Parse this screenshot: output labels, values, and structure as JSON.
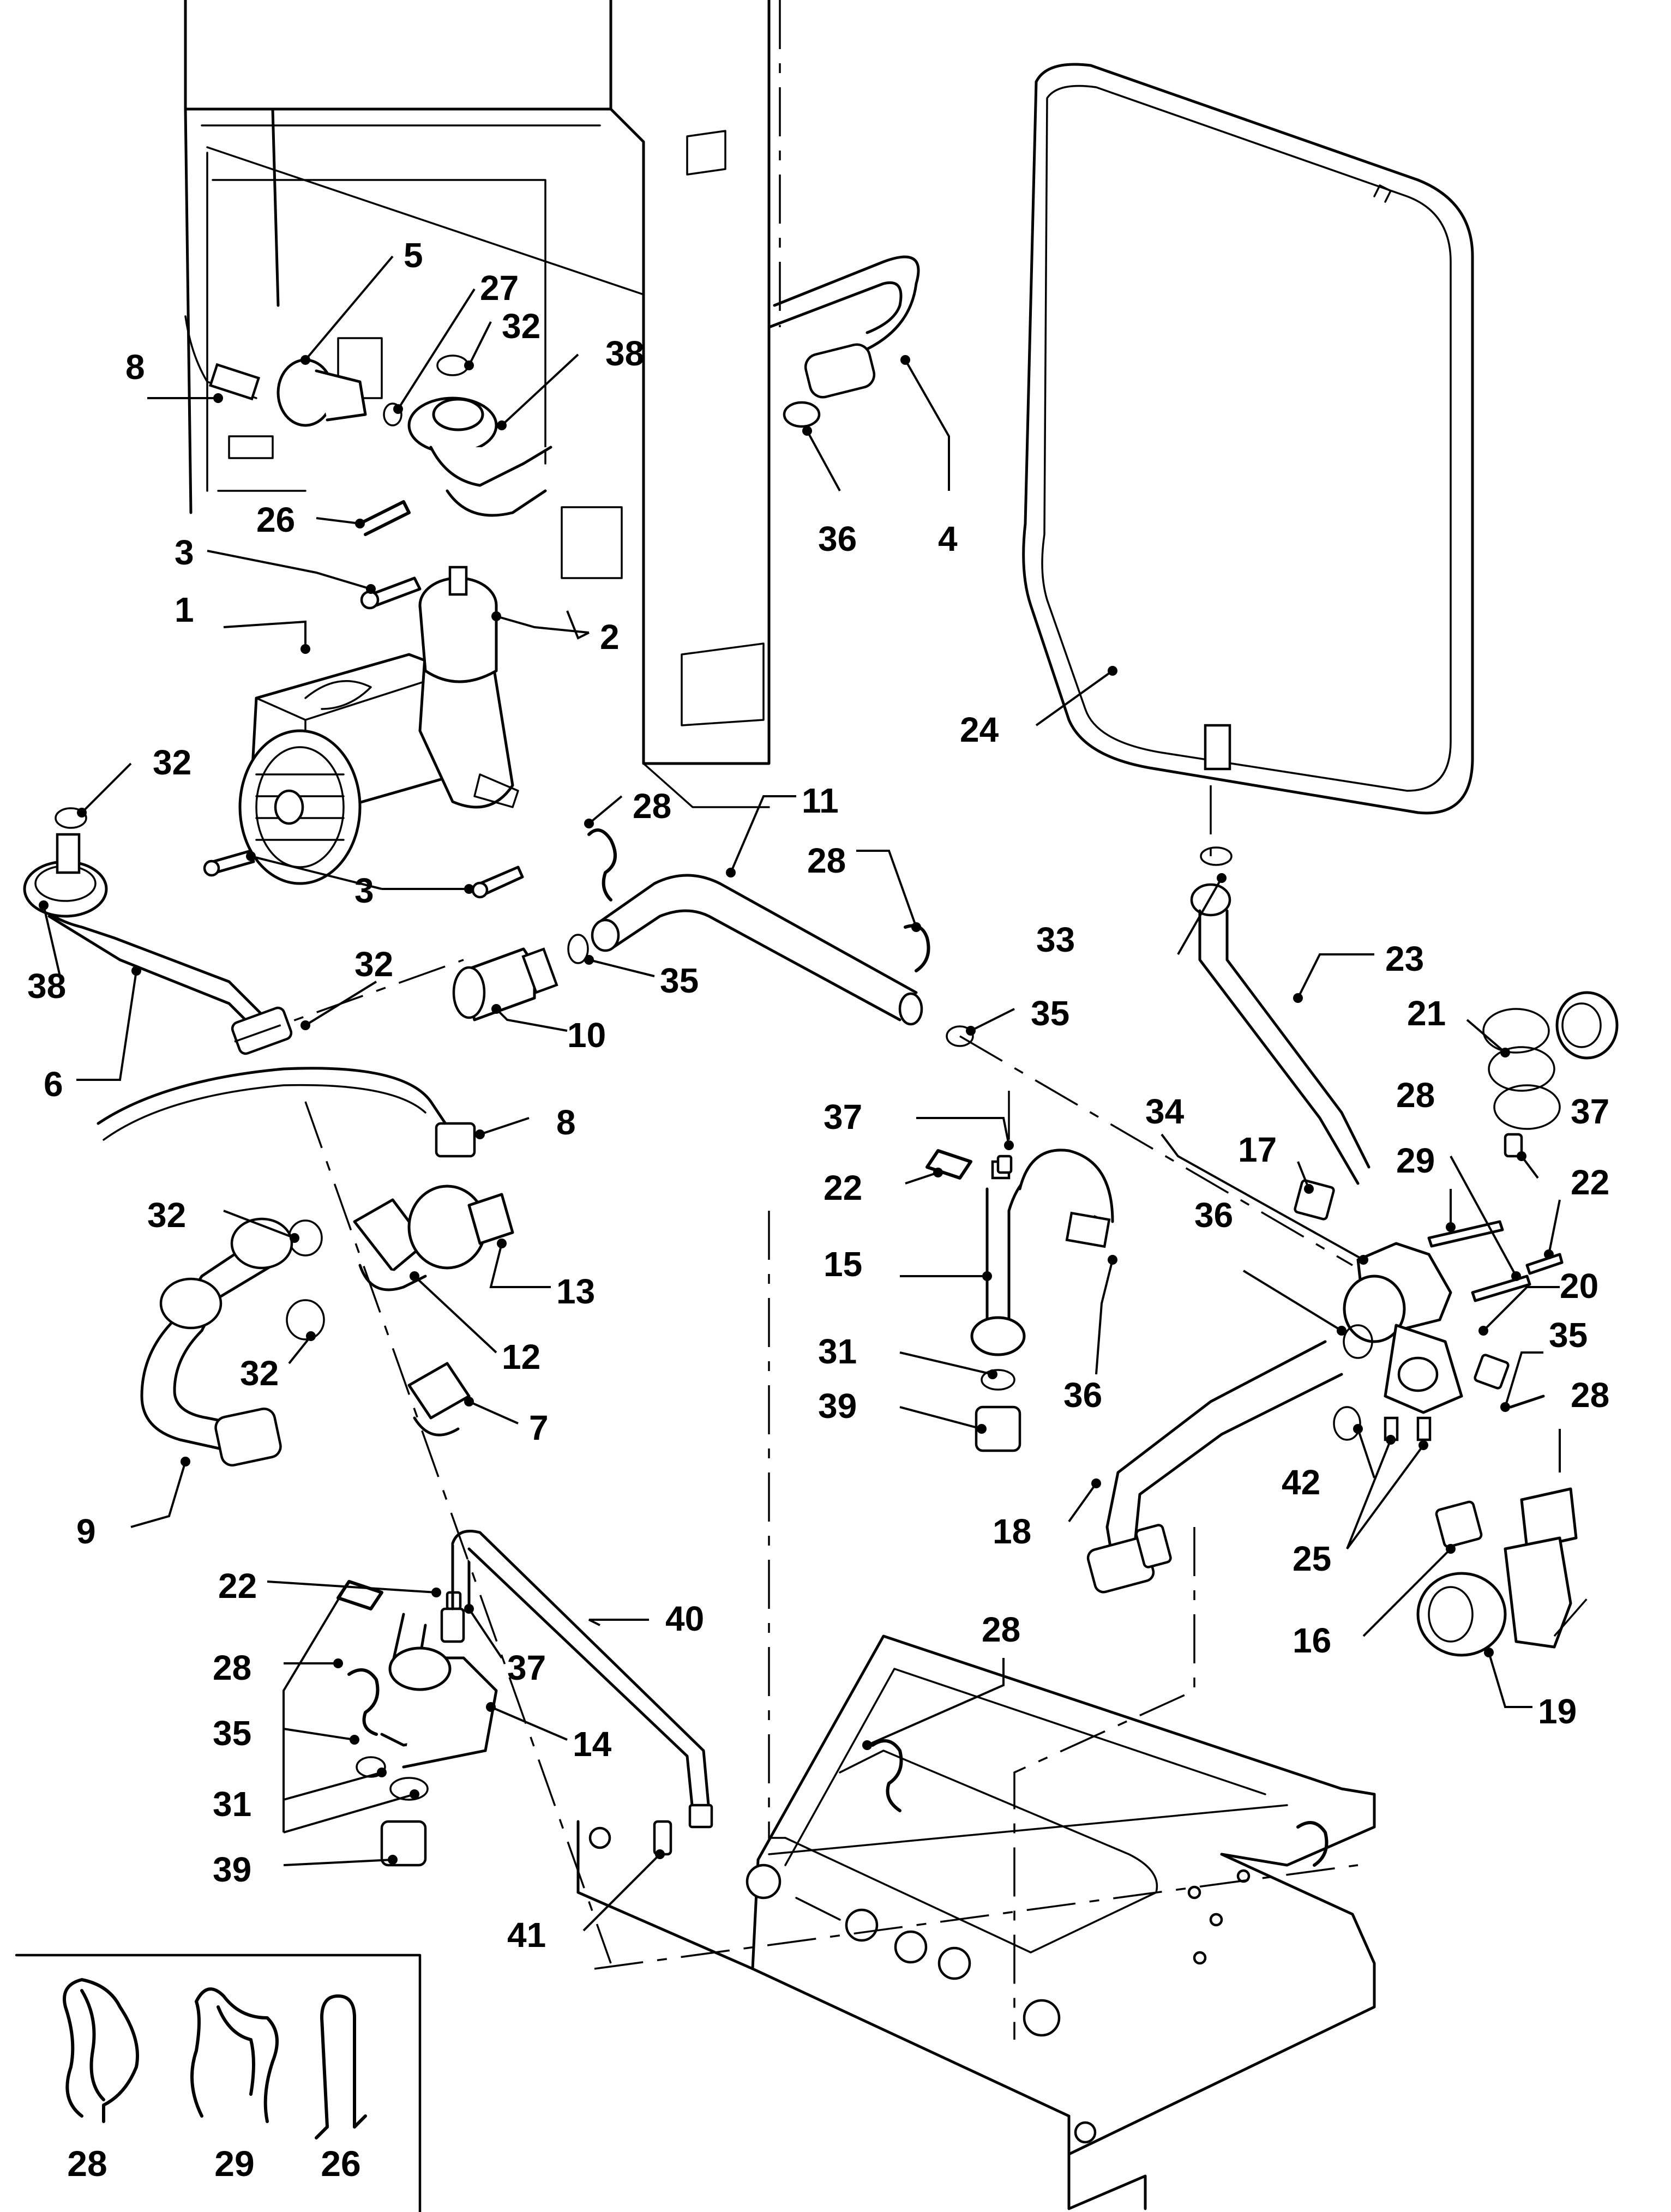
{
  "diagram": {
    "labels": {
      "l1": "1",
      "l2": "2",
      "l3a": "3",
      "l3b": "3",
      "l4": "4",
      "l5": "5",
      "l6": "6",
      "l7": "7",
      "l8a": "8",
      "l8b": "8",
      "l9": "9",
      "l10": "10",
      "l11": "11",
      "l12": "12",
      "l13": "13",
      "l14": "14",
      "l15": "15",
      "l16": "16",
      "l17": "17",
      "l18": "18",
      "l19": "19",
      "l20": "20",
      "l21": "21",
      "l22a": "22",
      "l22b": "22",
      "l22c": "22",
      "l23": "23",
      "l24": "24",
      "l25": "25",
      "l26": "26",
      "l27": "27",
      "l28a": "28",
      "l28b": "28",
      "l28c": "28",
      "l28d": "28",
      "l28e": "28",
      "l28f": "28",
      "l29": "29",
      "l31a": "31",
      "l31b": "31",
      "l32a": "32",
      "l32b": "32",
      "l32c": "32",
      "l32d": "32",
      "l32e": "32",
      "l33": "33",
      "l34": "34",
      "l35a": "35",
      "l35b": "35",
      "l35c": "35",
      "l35d": "35",
      "l36a": "36",
      "l36b": "36",
      "l36c": "36",
      "l37a": "37",
      "l37b": "37",
      "l37c": "37",
      "l38a": "38",
      "l38b": "38",
      "l39a": "39",
      "l39b": "39",
      "l40": "40",
      "l41": "41",
      "l42": "42"
    },
    "legend": {
      "clip28": "28",
      "clip29": "29",
      "clip26": "26"
    }
  }
}
